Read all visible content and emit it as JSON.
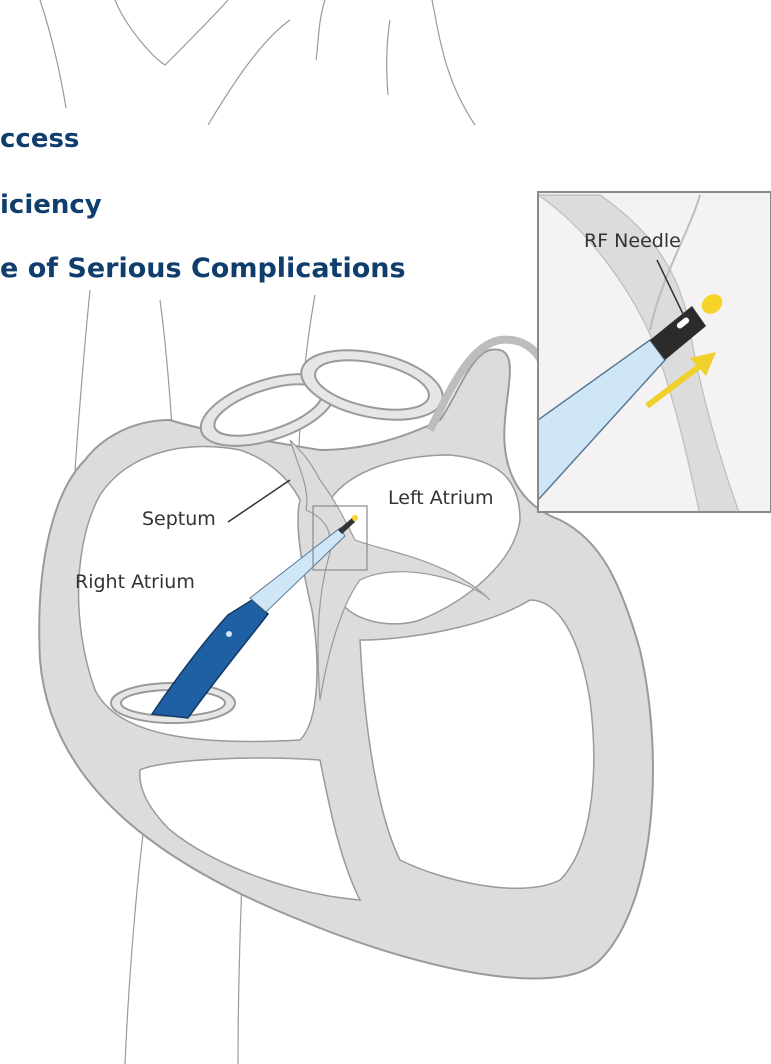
{
  "headings": [
    "ccess",
    "iciency",
    "e of Serious Complications"
  ],
  "labels": {
    "septum": "Septum",
    "left_atrium": "Left Atrium",
    "right_atrium": "Right Atrium",
    "rf_needle": "RF Needle"
  },
  "colors": {
    "heading": "#0f3d6e",
    "heart_fill": "#dcdcdc",
    "heart_outline": "#9a9a9a",
    "catheter_blue": "#1f5fa3",
    "sheath_light_blue": "#cfe6f7",
    "needle_tip_yellow": "#f5d327",
    "arrow_yellow": "#f0d02a",
    "inset_bg": "#f4f2f3"
  },
  "icons": {
    "advance_arrow": "arrow-up-right-icon"
  }
}
